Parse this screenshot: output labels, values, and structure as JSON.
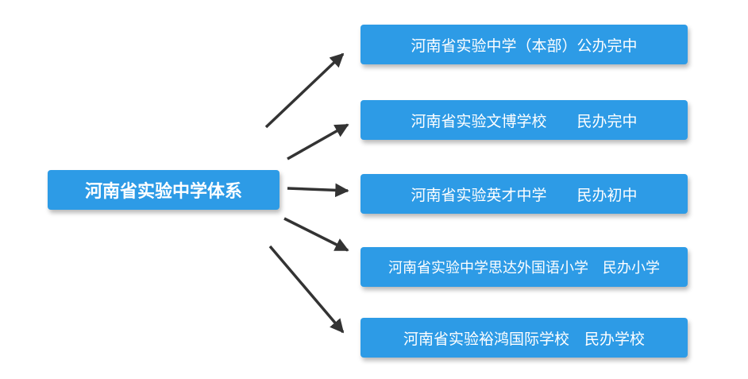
{
  "root": {
    "label": "河南省实验中学体系"
  },
  "schools": [
    {
      "label": "河南省实验中学（本部）公办完中"
    },
    {
      "label": "河南省实验文博学校　　民办完中"
    },
    {
      "label": "河南省实验英才中学　　民办初中"
    },
    {
      "label": "河南省实验中学思达外国语小学　民办小学"
    },
    {
      "label": "河南省实验裕鸿国际学校　民办学校"
    }
  ],
  "colors": {
    "box": "#2d9be6",
    "text": "#ffffff",
    "arrow": "#333333"
  }
}
